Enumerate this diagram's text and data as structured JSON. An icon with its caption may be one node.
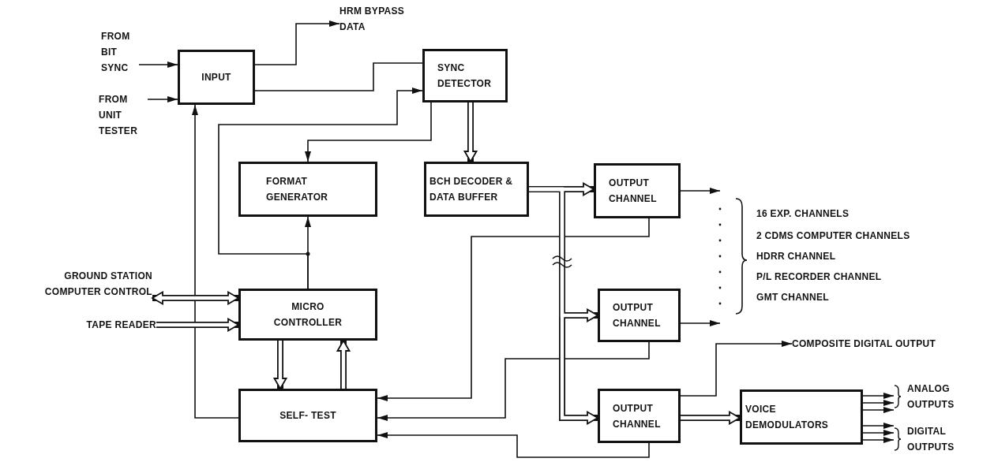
{
  "diagram": {
    "nodes": [
      {
        "text": [
          "INPUT"
        ]
      },
      {
        "text": [
          "SYNC DETECTOR"
        ]
      },
      {
        "text": [
          "FORMAT GENERATOR"
        ]
      },
      {
        "text": [
          "BCH DECODER & DATA BUFFER"
        ]
      },
      {
        "text": [
          "OUTPUT CHANNEL"
        ]
      },
      {
        "text": [
          "OUTPUT CHANNEL"
        ]
      },
      {
        "text": [
          "MICRO CONTROLLER"
        ]
      },
      {
        "text": [
          "SELF- TEST"
        ]
      },
      {
        "text": [
          "OUTPUT CHANNEL"
        ]
      },
      {
        "text": [
          "VOICE DEMODULATORS"
        ]
      },
      {
        "text": [
          "FROM BIT SYNC"
        ]
      },
      {
        "text": [
          "FROM UNIT TESTER"
        ]
      },
      {
        "text": [
          "HRM BYPASS DATA"
        ]
      },
      {
        "text": [
          "GROUND STATION COMPUTER CONTROL"
        ]
      },
      {
        "text": [
          "TAPE READER"
        ]
      },
      {
        "text": [
          "COMPOSITE DIGITAL OUTPUT"
        ]
      },
      {
        "text": [
          "ANALOG OUTPUTS"
        ]
      },
      {
        "text": [
          "DIGITAL OUTPUTS"
        ]
      }
    ],
    "edges": [
      {
        "from": 10,
        "to": 0,
        "arrow": "to"
      },
      {
        "from": 11,
        "to": 0,
        "arrow": "to"
      },
      {
        "from": 0,
        "to": 12,
        "arrow": "to"
      },
      {
        "from": 0,
        "to": 1,
        "arrow": "none"
      },
      {
        "from": 6,
        "to": 1,
        "arrow": "to"
      },
      {
        "from": 6,
        "to": 2,
        "arrow": "to"
      },
      {
        "from": 1,
        "to": 2,
        "arrow": "to"
      },
      {
        "from": 1,
        "to": 3,
        "arrow": "to",
        "style": "thick"
      },
      {
        "from": 3,
        "to": 4,
        "arrow": "to",
        "style": "thick"
      },
      {
        "from": 3,
        "to": 5,
        "arrow": "to",
        "style": "thick"
      },
      {
        "from": 3,
        "to": 8,
        "arrow": "to",
        "style": "thick"
      },
      {
        "from": 4,
        "to": null,
        "arrow": "to"
      },
      {
        "from": 5,
        "to": null,
        "arrow": "to"
      },
      {
        "from": 4,
        "to": 7,
        "arrow": "to"
      },
      {
        "from": 5,
        "to": 7,
        "arrow": "to"
      },
      {
        "from": 8,
        "to": 7,
        "arrow": "to"
      },
      {
        "from": 8,
        "to": 15,
        "arrow": "to"
      },
      {
        "from": 8,
        "to": 9,
        "arrow": "to",
        "style": "thick"
      },
      {
        "from": 9,
        "to": 16,
        "arrow": "to"
      },
      {
        "from": 9,
        "to": 16,
        "arrow": "to"
      },
      {
        "from": 9,
        "to": 16,
        "arrow": "to"
      },
      {
        "from": 9,
        "to": 17,
        "arrow": "to"
      },
      {
        "from": 9,
        "to": 17,
        "arrow": "to"
      },
      {
        "from": 9,
        "to": 17,
        "arrow": "to"
      },
      {
        "from": 13,
        "to": 6,
        "arrow": "both",
        "style": "thick"
      },
      {
        "from": 14,
        "to": 6,
        "arrow": "to",
        "style": "thick"
      },
      {
        "from": 6,
        "to": 7,
        "arrow": "to",
        "style": "thick"
      },
      {
        "from": 7,
        "to": 6,
        "arrow": "to",
        "style": "thick"
      },
      {
        "from": 7,
        "to": 0,
        "arrow": "to"
      }
    ],
    "labels": [
      "16 EXP. CHANNELS",
      "2 CDMS COMPUTER CHANNELS",
      "HDRR CHANNEL",
      "P/L RECORDER CHANNEL",
      "GMT CHANNEL"
    ]
  }
}
